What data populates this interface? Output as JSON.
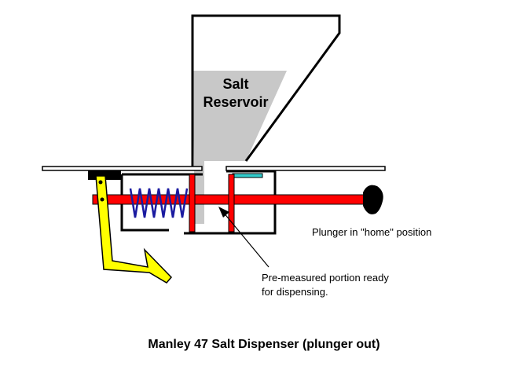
{
  "reservoir_label_line1": "Salt",
  "reservoir_label_line2": "Reservoir",
  "plunger_label": "Plunger in \"home\" position",
  "portion_label_line1": "Pre-measured portion ready",
  "portion_label_line2": "for dispensing.",
  "caption": "Manley 47 Salt Dispenser (plunger out)",
  "colors": {
    "salt": "#c8c8c8",
    "plunger": "#ff0000",
    "lever": "#ffff00",
    "spring": "#1a1aa0",
    "seal": "#33cccc",
    "outline": "#000000"
  }
}
